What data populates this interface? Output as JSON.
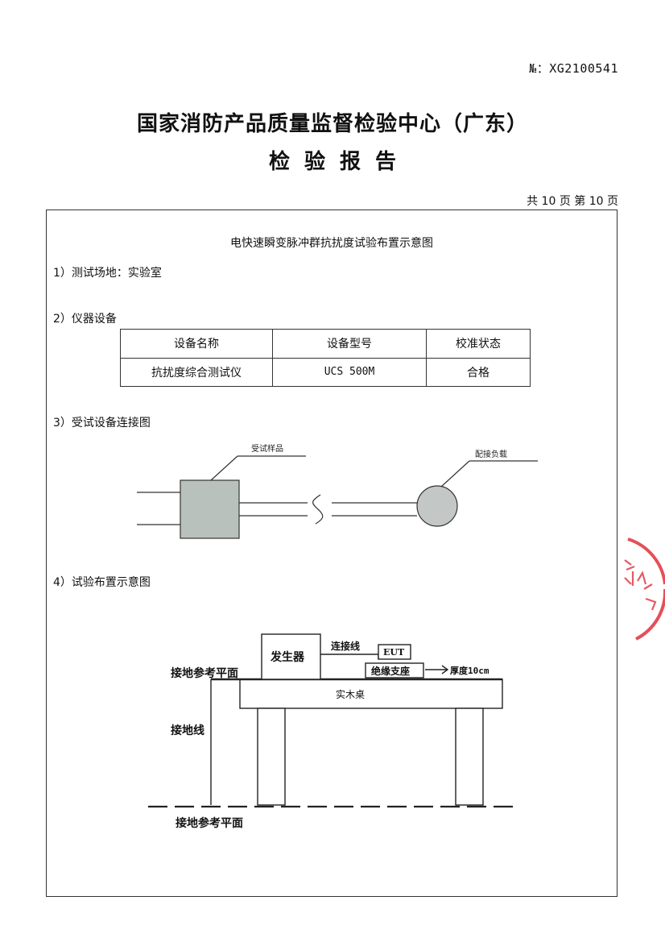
{
  "header": {
    "report_no": "№：XG2100541",
    "org_name": "国家消防产品质量监督检验中心（广东）",
    "doc_title": "检验报告",
    "page_info": "共 10 页 第 10 页"
  },
  "figure_title": "电快速瞬变脉冲群抗扰度试验布置示意图",
  "sections": {
    "s1": "1）测试场地：实验室",
    "s2": "2）仪器设备",
    "s3": "3）受试设备连接图",
    "s4": "4）试验布置示意图"
  },
  "equipment_table": {
    "headers": [
      "设备名称",
      "设备型号",
      "校准状态"
    ],
    "rows": [
      [
        "抗扰度综合测试仪",
        "UCS 500M",
        "合格"
      ]
    ]
  },
  "connection_diagram": {
    "eut_label": "受试样品",
    "load_label": "配接负载"
  },
  "layout_diagram": {
    "generator": "发生器",
    "cable": "连接线",
    "eut": "EUT",
    "insulation": "绝缘支座",
    "thickness": "厚度10cm",
    "ground_plane_top": "接地参考平面",
    "ground_wire": "接地线",
    "table": "实木桌",
    "ground_plane_bottom": "接地参考平面"
  },
  "colors": {
    "eut_fill": "#b9c1bc",
    "load_fill": "#c3c7c5",
    "seal": "#e0303c"
  }
}
